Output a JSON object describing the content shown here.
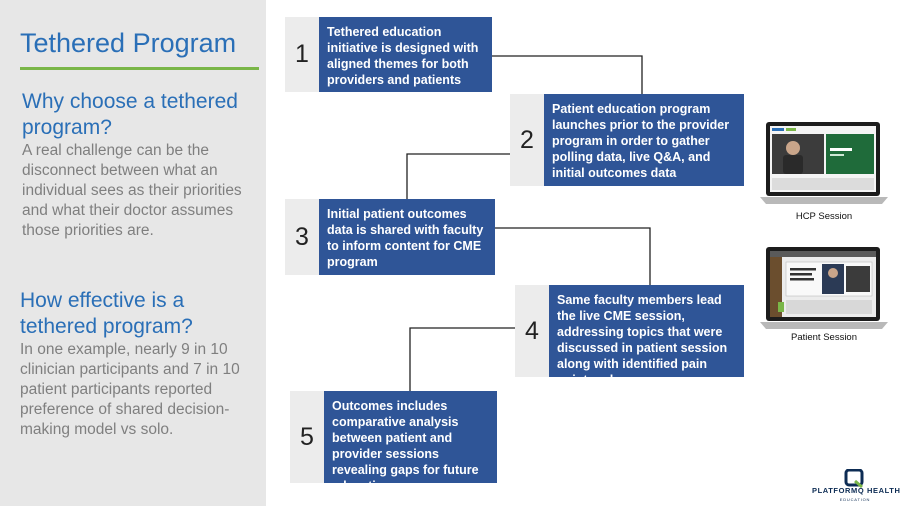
{
  "left": {
    "title": "Tethered Program",
    "why_heading": "Why choose a tethered program?",
    "why_body": "A real challenge can be the disconnect between what an individual sees as their priorities and what their doctor assumes those priorities are.",
    "effective_heading": "How effective is a tethered program?",
    "effective_body": "In one example, nearly 9 in 10 clinician participants and 7 in 10 patient participants reported preference of shared decision-making model vs solo."
  },
  "steps": [
    {
      "number": "1",
      "text": "Tethered education initiative is designed with aligned themes for both providers and patients"
    },
    {
      "number": "2",
      "text": "Patient education program launches prior to the provider program in order to gather polling data, live Q&A, and initial outcomes data"
    },
    {
      "number": "3",
      "text": "Initial patient outcomes data is shared with faculty to inform content for CME program"
    },
    {
      "number": "4",
      "text": "Same faculty members lead the live CME session, addressing topics that were discussed in patient session along with identified pain point and gaps"
    },
    {
      "number": "5",
      "text": "Outcomes includes comparative analysis between patient and provider sessions revealing gaps for future education"
    }
  ],
  "sessions": {
    "hcp_caption": "HCP Session",
    "patient_caption": "Patient  Session"
  },
  "logo": {
    "name": "PLATFORMQ HEALTH",
    "sub": "EDUCATION",
    "icon": "q-logo-icon"
  },
  "colors": {
    "accent_blue": "#2a6fb7",
    "box_blue": "#2f5597",
    "rule_green": "#7ab648",
    "panel_gray": "#e7e7e7"
  }
}
